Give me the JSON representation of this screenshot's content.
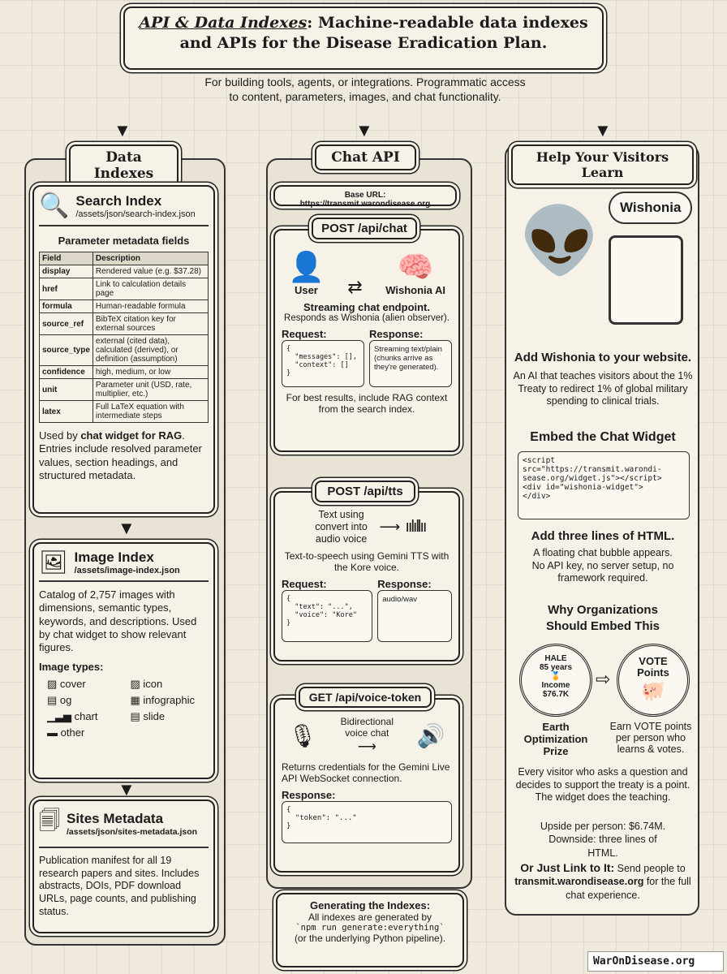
{
  "header": {
    "title_em": "API & Data Indexes",
    "title_rest": ": Machine-readable data indexes and APIs for the Disease Eradication Plan.",
    "subtitle": "For building tools, agents, or integrations. Programmatic access to content, parameters, images, and chat functionality."
  },
  "columns": {
    "data_indexes": "Data Indexes",
    "chat_api": "Chat API",
    "help": "Help Your Visitors Learn"
  },
  "search_index": {
    "title": "Search Index",
    "path": "/assets/json/search-index.json",
    "table_title": "Parameter metadata fields",
    "headers": [
      "Field",
      "Description"
    ],
    "rows": [
      [
        "display",
        "Rendered value (e.g. $37.28)"
      ],
      [
        "href",
        "Link to calculation details page"
      ],
      [
        "formula",
        "Human-readable formula"
      ],
      [
        "source_ref",
        "BibTeX citation key for external sources"
      ],
      [
        "source_type",
        "external (cited data), calculated (derived), or definition (assumption)"
      ],
      [
        "confidence",
        "high, medium, or low"
      ],
      [
        "unit",
        "Parameter unit (USD, rate, multiplier, etc.)"
      ],
      [
        "latex",
        "Full LaTeX equation with intermediate steps"
      ]
    ],
    "note_pre": "Used by ",
    "note_bold": "chat widget for RAG",
    "note_post": ". Entries include resolved parameter values, section headings, and structured metadata."
  },
  "image_index": {
    "title": "Image Index",
    "path": "/assets/image-index.json",
    "desc": "Catalog of 2,757 images with dimensions, semantic types, keywords, and descriptions. Used by chat widget to show relevant figures.",
    "types_label": "Image types:",
    "types": [
      "cover",
      "icon",
      "og",
      "infographic",
      "chart",
      "slide",
      "other"
    ]
  },
  "sites": {
    "title": "Sites Metadata",
    "path": "/assets/json/sites-metadata.json",
    "desc": "Publication manifest for all 19 research papers and sites. Includes abstracts, DOIs, PDF download URLs, page counts, and publishing status."
  },
  "chat": {
    "base_url": "Base URL: https://transmit.warondisease.org",
    "post_chat": {
      "title": "POST /api/chat",
      "user": "User",
      "ai": "Wishonia AI",
      "lead": "Streaming chat endpoint.",
      "desc": "Responds as Wishonia (alien observer).",
      "req_label": "Request:",
      "res_label": "Response:",
      "request": "{\n  \"messages\": [],\n  \"context\": []\n}",
      "response": "Streaming text/plain (chunks arrive as they're generated).",
      "tip": "For best results, include RAG context from the search index."
    },
    "tts": {
      "title": "POST /api/tts",
      "flow": "Text using convert into audio voice",
      "desc": "Text-to-speech using Gemini TTS with the Kore voice.",
      "req_label": "Request:",
      "res_label": "Response:",
      "request": "{\n  \"text\": \"...\",\n  \"voice\": \"Kore\"\n}",
      "response": "audio/wav"
    },
    "voice": {
      "title": "GET /api/voice-token",
      "flow": "Bidirectional voice chat",
      "desc": "Returns credentials for the Gemini Live API WebSocket connection.",
      "res_label": "Response:",
      "response": "{\n  \"token\": \"...\"\n}"
    },
    "generating": {
      "title": "Generating the Indexes:",
      "desc_pre": "All indexes are generated by",
      "cmd": "`npm run generate:everything`",
      "desc_post": "(or the underlying Python pipeline)."
    }
  },
  "help": {
    "bubble": "Wishonia",
    "add_title": "Add Wishonia to your website.",
    "add_desc": "An AI that teaches visitors about the 1% Treaty to redirect 1% of global military spending to clinical trials.",
    "embed_title": "Embed the Chat Widget",
    "embed_code": "<script\nsrc=\"https://transmit.warondi-\nsease.org/widget.js\"></script>\n<div id=\"wishonia-widget\">\n</div>",
    "three_lines": "Add three lines of HTML.",
    "three_desc": "A floating chat bubble appears. No API key, no server setup, no framework required.",
    "why_title": "Why Organizations Should Embed This",
    "prize_hale": "HALE",
    "prize_years": "85 years",
    "prize_income": "Income",
    "prize_amount": "$76.7K",
    "prize_label": "Earth Optimization Prize",
    "vote_title": "VOTE Points",
    "vote_label": "Earn VOTE points per person who learns & votes.",
    "visitor": "Every visitor who asks a question and decides to support the treaty is a point. The widget does the teaching.",
    "upside": "Upside per person: $6.74M. Downside: three lines of HTML.",
    "link_bold": "Or Just Link to It:",
    "link_pre": " Send people to ",
    "link_url": "transmit.warondisease.org",
    "link_post": " for the full chat experience."
  },
  "footer": "WarOnDisease.org"
}
